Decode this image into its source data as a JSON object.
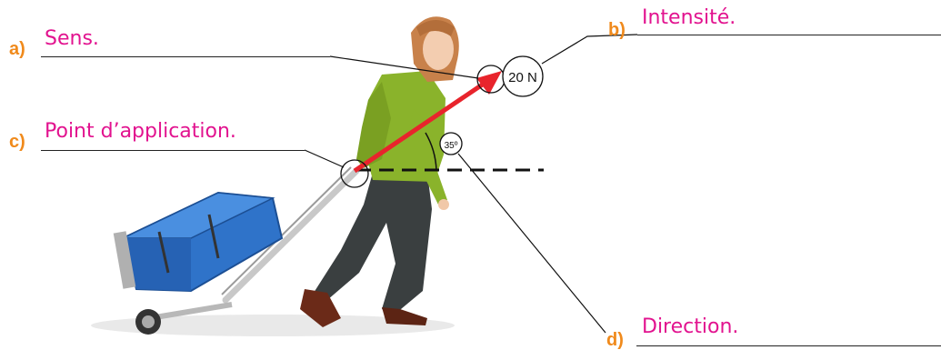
{
  "labels": {
    "a": {
      "letter": "a)",
      "text": "Sens."
    },
    "b": {
      "letter": "b)",
      "text": "Intensité."
    },
    "c": {
      "letter": "c)",
      "text": "Point d’application."
    },
    "d": {
      "letter": "d)",
      "text": "Direction."
    }
  },
  "force": {
    "intensity": "20 N",
    "angle": "35º"
  },
  "colors": {
    "letter": "#f08a1c",
    "label": "#e2138f",
    "arrow": "#e8242c",
    "suitcase": "#2f73c9",
    "jacket": "#8ab32b",
    "pants": "#3a3f40"
  }
}
